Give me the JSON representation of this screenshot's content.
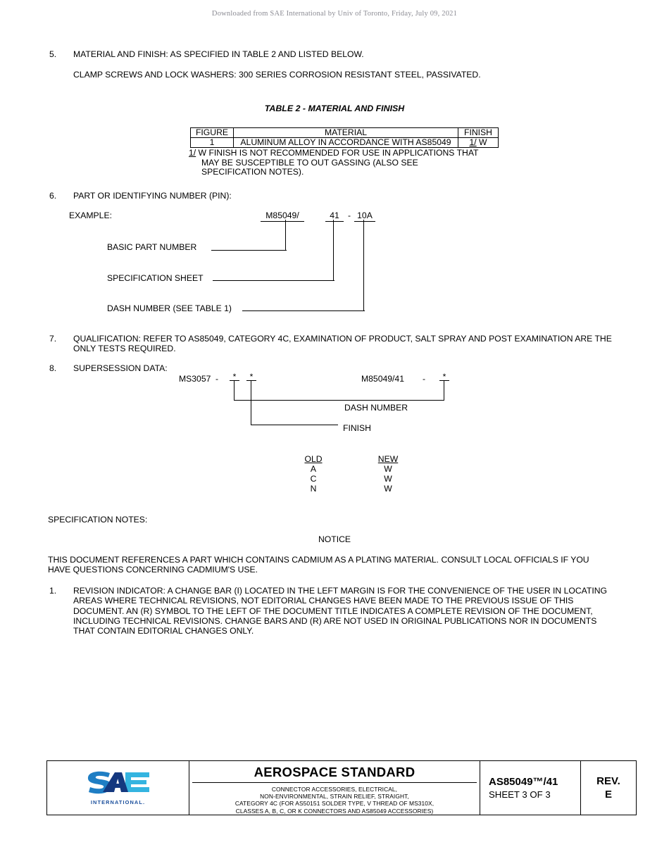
{
  "banner": {
    "text": "Downloaded from SAE International by Univ of Toronto, Friday, July 09, 2021"
  },
  "clauses": {
    "c5": {
      "num": "5.",
      "line1": "MATERIAL AND FINISH: AS SPECIFIED IN TABLE 2 AND LISTED BELOW.",
      "line2": "CLAMP SCREWS AND LOCK WASHERS: 300 SERIES CORROSION RESISTANT STEEL, PASSIVATED."
    },
    "c6": {
      "num": "6.",
      "title": "PART OR IDENTIFYING NUMBER (PIN):",
      "example_label": "EXAMPLE:"
    },
    "c7": {
      "num": "7.",
      "text": "QUALIFICATION: REFER TO AS85049, CATEGORY 4C, EXAMINATION OF PRODUCT, SALT SPRAY AND POST EXAMINATION ARE THE ONLY TESTS REQUIRED."
    },
    "c8": {
      "num": "8.",
      "title": "SUPERSESSION DATA:"
    },
    "c1rev": {
      "num": "1.",
      "text": "REVISION INDICATOR: A CHANGE BAR (I) LOCATED IN THE LEFT MARGIN IS FOR THE CONVENIENCE OF THE USER IN LOCATING AREAS WHERE TECHNICAL REVISIONS, NOT EDITORIAL CHANGES HAVE BEEN MADE TO THE PREVIOUS ISSUE OF THIS DOCUMENT. AN (R) SYMBOL TO THE LEFT OF THE DOCUMENT TITLE INDICATES A COMPLETE REVISION OF THE DOCUMENT, INCLUDING TECHNICAL REVISIONS. CHANGE BARS AND (R) ARE NOT USED IN ORIGINAL PUBLICATIONS NOR IN DOCUMENTS THAT CONTAIN EDITORIAL CHANGES ONLY."
    }
  },
  "table2": {
    "title": "TABLE 2 - MATERIAL AND FINISH",
    "headers": [
      "FIGURE",
      "MATERIAL",
      "FINISH"
    ],
    "rows": [
      {
        "figure": "1",
        "material": "ALUMINUM ALLOY IN ACCORDANCE WITH AS85049",
        "finish_note": "1/",
        "finish": " W"
      }
    ],
    "footnote": {
      "marker": "1/",
      "line1": " W FINISH IS NOT RECOMMENDED FOR USE IN APPLICATIONS THAT",
      "line2": "MAY BE SUSCEPTIBLE TO OUT GASSING (ALSO SEE",
      "line3": "SPECIFICATION NOTES)."
    }
  },
  "pin_example": {
    "tokens": {
      "basic": "M85049/",
      "spec": "41",
      "dash_sep": "-",
      "dash": "10A"
    },
    "callouts": {
      "basic": "BASIC PART NUMBER",
      "spec": "SPECIFICATION SHEET",
      "dash": "DASH NUMBER (SEE TABLE 1)"
    }
  },
  "supersession": {
    "old_part": "MS3057",
    "old_sep": "-",
    "new_part": "M85049/41",
    "new_sep": "-",
    "asterisk": "*",
    "callouts": {
      "dash_number": "DASH NUMBER",
      "finish": "FINISH"
    },
    "mapping": {
      "headers": [
        "OLD",
        "NEW"
      ],
      "rows": [
        [
          "A",
          "W"
        ],
        [
          "C",
          "W"
        ],
        [
          "N",
          "W"
        ]
      ]
    }
  },
  "spec_notes": {
    "heading": "SPECIFICATION NOTES:",
    "notice_title": "NOTICE",
    "notice_text": "THIS DOCUMENT REFERENCES A PART WHICH CONTAINS CADMIUM AS A PLATING MATERIAL. CONSULT LOCAL OFFICIALS IF YOU HAVE QUESTIONS CONCERNING CADMIUM'S USE."
  },
  "footer": {
    "logo": {
      "mark": "SAE",
      "subtitle": "INTERNATIONAL."
    },
    "title": "AEROSPACE STANDARD",
    "description": [
      "CONNECTOR ACCESSORIES, ELECTRICAL,",
      "NON-ENVIRONMENTAL, STRAIN RELIEF, STRAIGHT,",
      "CATEGORY 4C (FOR AS50151 SOLDER TYPE, V THREAD OF MS310X,",
      "CLASSES A, B, C, OR K CONNECTORS AND AS85049 ACCESSORIES)"
    ],
    "doc_number": "AS85049™/41",
    "sheet": "SHEET 3 OF 3",
    "rev_label": "REV.",
    "rev_value": "E"
  },
  "colors": {
    "banner_gray": "#8b8b93",
    "sae_dark_blue": "#14387f",
    "sae_mid_blue": "#1f7ec4",
    "sae_light_blue": "#34b4e0",
    "rule_black": "#000000"
  }
}
